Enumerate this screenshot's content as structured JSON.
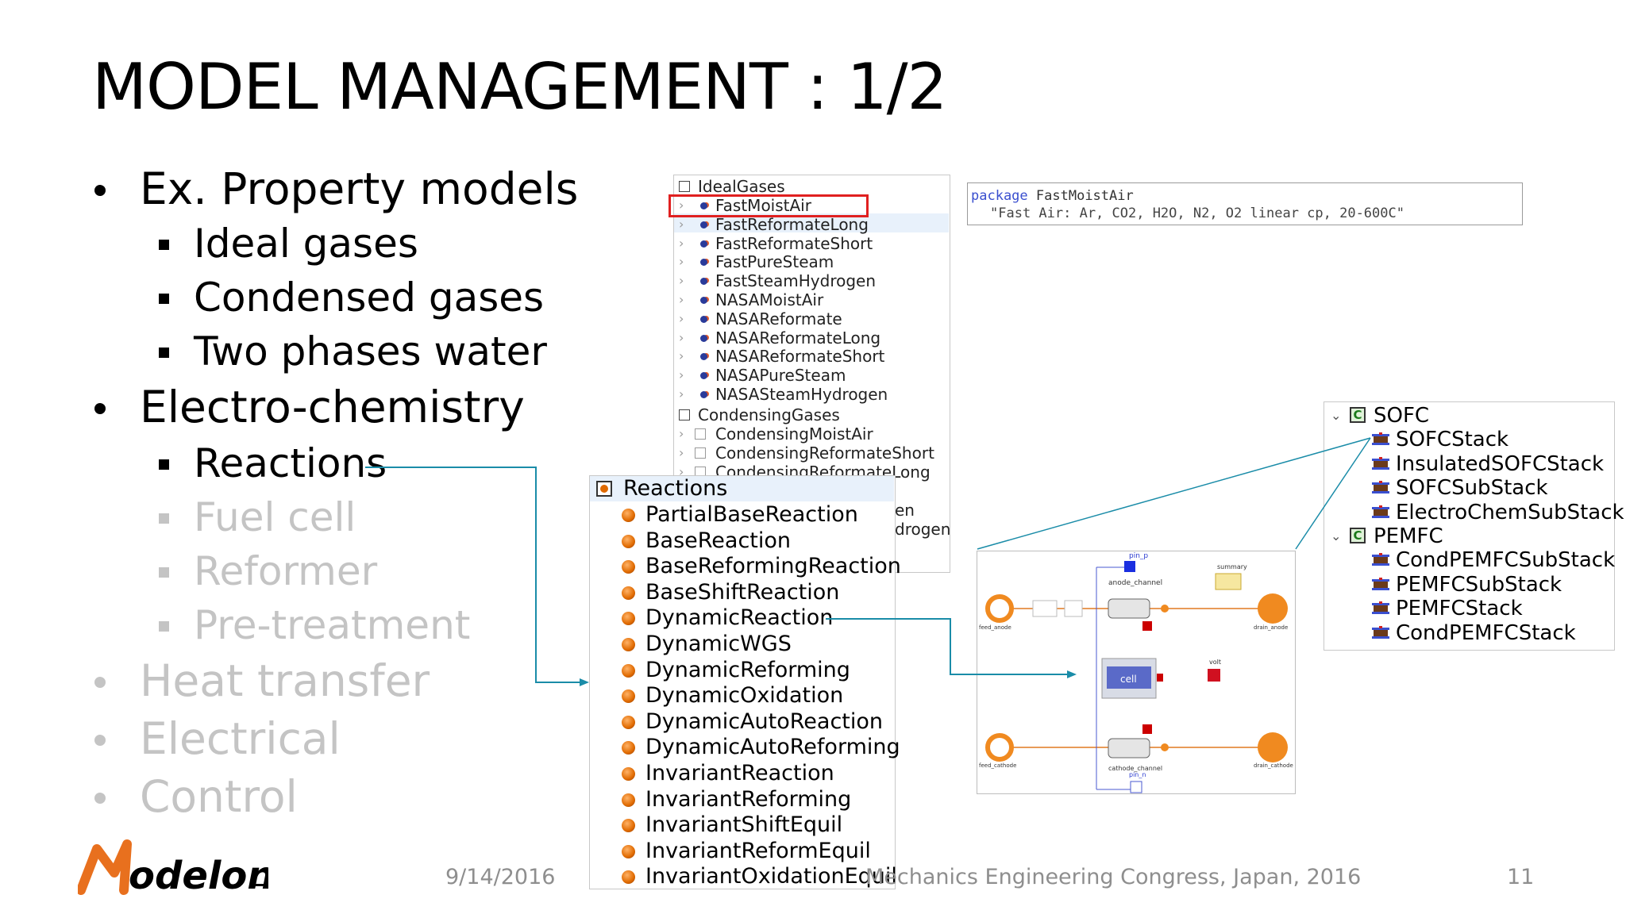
{
  "title": "MODEL MANAGEMENT : 1/2",
  "bullets": {
    "property_models": "Ex. Property models",
    "ideal_gases": "Ideal gases",
    "condensed_gases": "Condensed gases",
    "two_phases_water": "Two phases water",
    "electro_chemistry": "Electro-chemistry",
    "reactions": "Reactions",
    "fuel_cell": "Fuel cell",
    "reformer": "Reformer",
    "pre_treatment": "Pre-treatment",
    "heat_transfer": "Heat transfer",
    "electrical": "Electrical",
    "control": "Control"
  },
  "media_tree": {
    "root1": "IdealGases",
    "items1": [
      "FastMoistAir",
      "FastReformateLong",
      "FastReformateShort",
      "FastPureSteam",
      "FastSteamHydrogen",
      "NASAMoistAir",
      "NASAReformate",
      "NASAReformateLong",
      "NASAReformateShort",
      "NASAPureSteam",
      "NASASteamHydrogen"
    ],
    "root2": "CondensingGases",
    "items2": [
      "CondensingMoistAir",
      "CondensingReformateShort",
      "CondensingReformateLong"
    ],
    "hidden_fragments": [
      "en",
      "drogen"
    ]
  },
  "code": {
    "line1_kw": "package",
    "line1_name": "FastMoistAir",
    "line2": "\"Fast Air: Ar, CO2, H2O, N2, O2 linear cp, 20-600C\""
  },
  "reactions": {
    "header": "Reactions",
    "items": [
      "PartialBaseReaction",
      "BaseReaction",
      "BaseReformingReaction",
      "BaseShiftReaction",
      "DynamicReaction",
      "DynamicWGS",
      "DynamicReforming",
      "DynamicOxidation",
      "DynamicAutoReaction",
      "DynamicAutoReforming",
      "InvariantReaction",
      "InvariantReforming",
      "InvariantShiftEquil",
      "InvariantReformEquil",
      "InvariantOxidationEquil"
    ]
  },
  "fuel_cells": {
    "sofc": "SOFC",
    "sofc_items": [
      "SOFCStack",
      "InsulatedSOFCStack",
      "SOFCSubStack",
      "ElectroChemSubStack"
    ],
    "pemfc": "PEMFC",
    "pemfc_items": [
      "CondPEMFCSubStack",
      "PEMFCSubStack",
      "PEMFCStack",
      "CondPEMFCStack"
    ],
    "class_letter": "C"
  },
  "diagram": {
    "pin_p": "pin_p",
    "pin_n": "pin_n",
    "anode_channel": "anode_channel",
    "cathode_channel": "cathode_channel",
    "summary": "summary",
    "cell": "cell",
    "volt": "volt",
    "feed_anode": "feed_anode",
    "feed_cathode": "feed_cathode",
    "drain_anode": "drain_anode",
    "drain_cathode": "drain_cathode"
  },
  "footer": {
    "logo": "Modelon",
    "date": "9/14/2016",
    "conference": "Mechanics Engineering Congress, Japan, 2016",
    "page": "11"
  },
  "colors": {
    "connector": "#1a8ca8",
    "highlight": "#e02020",
    "dim_text": "#c4c4c4",
    "logo_orange": "#e8701e"
  }
}
